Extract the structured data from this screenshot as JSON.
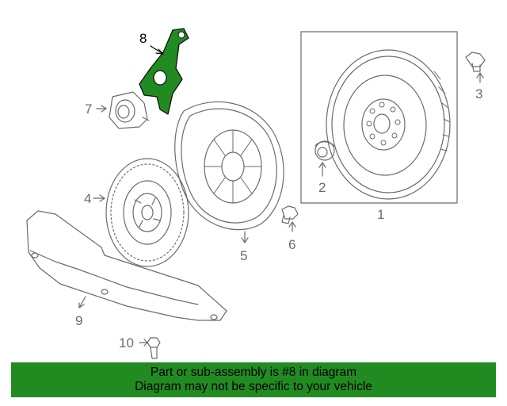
{
  "diagram": {
    "highlight_color": "#218b21",
    "line_color": "#6b6b6b",
    "callouts": [
      "8",
      "7",
      "4",
      "9",
      "10",
      "5",
      "6",
      "2",
      "1",
      "3"
    ]
  },
  "banner": {
    "line1": "Part or sub-assembly is #8 in diagram",
    "line2": "Diagram may not be specific to your vehicle",
    "background": "#218b21"
  }
}
